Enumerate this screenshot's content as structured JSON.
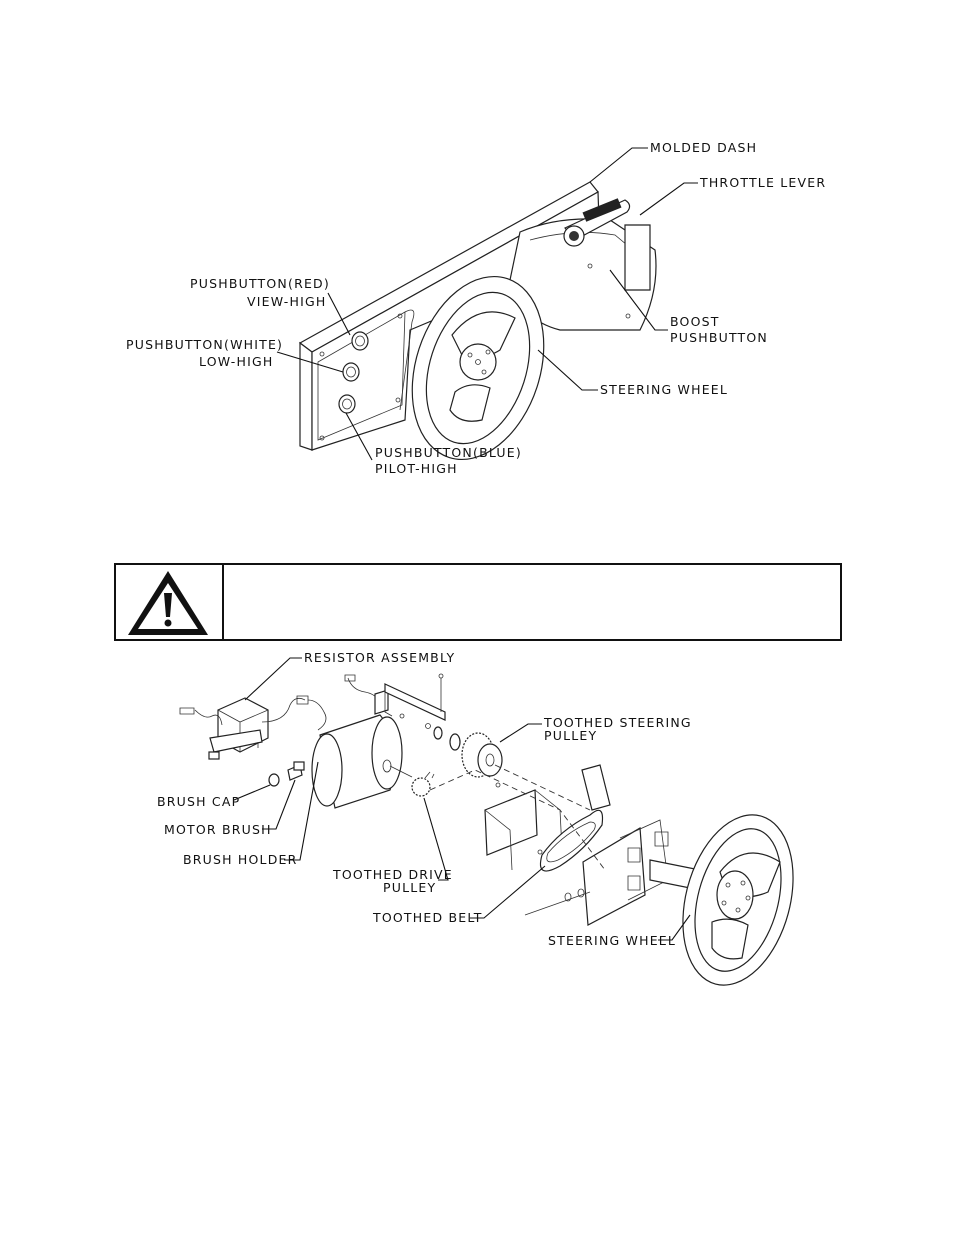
{
  "dash_figure": {
    "labels": {
      "molded_dash": "MOLDED DASH",
      "throttle_lever": "THROTTLE LEVER",
      "pushbutton_red_1": "PUSHBUTTON(RED)",
      "pushbutton_red_2": "VIEW-HIGH",
      "pushbutton_white_1": "PUSHBUTTON(WHITE)",
      "pushbutton_white_2": "LOW-HIGH",
      "boost_1": "BOOST",
      "boost_2": "PUSHBUTTON",
      "steering_wheel": "STEERING WHEEL",
      "pushbutton_blue_1": "PUSHBUTTON(BLUE)",
      "pushbutton_blue_2": "PILOT-HIGH"
    }
  },
  "warning": {
    "icon": "warning-triangle-icon",
    "text": ""
  },
  "steering_assembly_figure": {
    "labels": {
      "resistor_assembly": "RESISTOR ASSEMBLY",
      "toothed_steering_1": "TOOTHED STEERING",
      "toothed_steering_2": "PULLEY",
      "brush_cap": "BRUSH CAP",
      "motor_brush": "MOTOR BRUSH",
      "brush_holder": "BRUSH HOLDER",
      "toothed_drive_1": "TOOTHED DRIVE",
      "toothed_drive_2": "PULLEY",
      "toothed_belt": "TOOTHED BELT",
      "steering_wheel": "STEERING WHEEL"
    }
  }
}
